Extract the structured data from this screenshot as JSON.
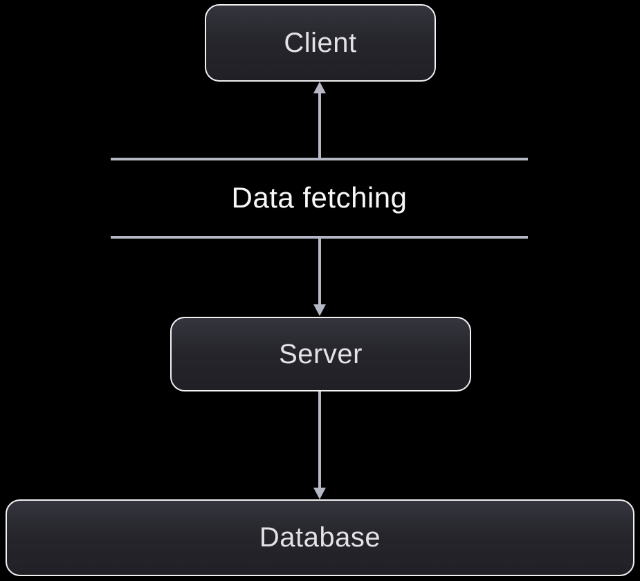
{
  "diagram": {
    "edge_label": "Data fetching",
    "nodes": [
      {
        "id": "client",
        "label": "Client"
      },
      {
        "id": "server",
        "label": "Server"
      },
      {
        "id": "database",
        "label": "Database"
      }
    ],
    "colors": {
      "background": "#000000",
      "connector": "#b5b7c5",
      "box_border": "#f2f2f2",
      "box_fill_top": "#35353e",
      "box_fill_bottom": "#202026",
      "node_label_color": "#e3e3e6",
      "edge_label_color": "#f8f8f8"
    }
  }
}
